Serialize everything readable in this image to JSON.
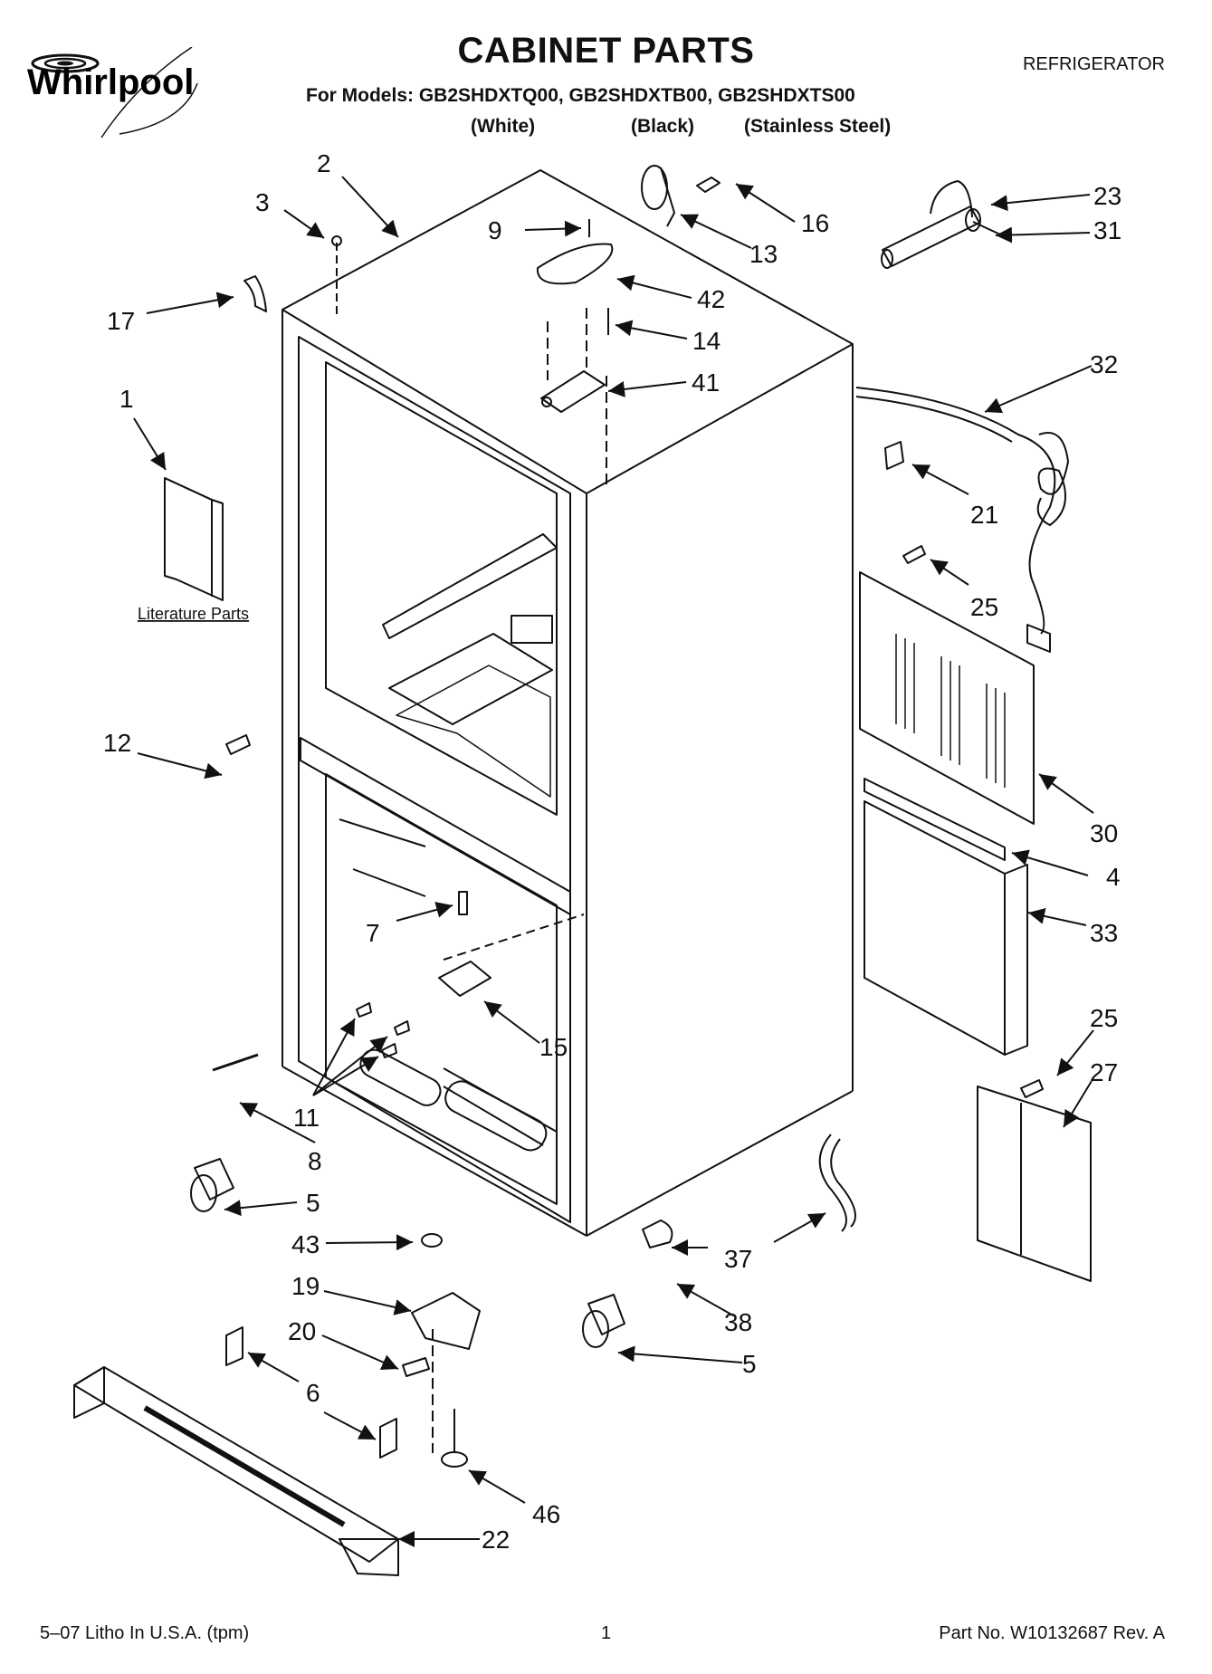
{
  "header": {
    "brand": "Whirlpool",
    "title": "CABINET PARTS",
    "category": "REFRIGERATOR",
    "models_line": "For Models: GB2SHDXTQ00, GB2SHDXTB00, GB2SHDXTS00",
    "variants": [
      "(White)",
      "(Black)",
      "(Stainless Steel)"
    ]
  },
  "literature_label": "Literature Parts",
  "callouts": {
    "c1": "1",
    "c2": "2",
    "c3": "3",
    "c4": "4",
    "c5a": "5",
    "c5b": "5",
    "c6": "6",
    "c7": "7",
    "c8": "8",
    "c9": "9",
    "c11": "11",
    "c12": "12",
    "c13": "13",
    "c14": "14",
    "c15": "15",
    "c16": "16",
    "c17": "17",
    "c19": "19",
    "c20": "20",
    "c21": "21",
    "c22": "22",
    "c23": "23",
    "c25a": "25",
    "c25b": "25",
    "c27": "27",
    "c30": "30",
    "c31": "31",
    "c32": "32",
    "c33": "33",
    "c37": "37",
    "c38": "38",
    "c41": "41",
    "c42": "42",
    "c43": "43",
    "c46": "46"
  },
  "footer": {
    "left": "5–07 Litho In U.S.A. (tpm)",
    "page": "1",
    "right": "Part No. W10132687 Rev. A"
  }
}
